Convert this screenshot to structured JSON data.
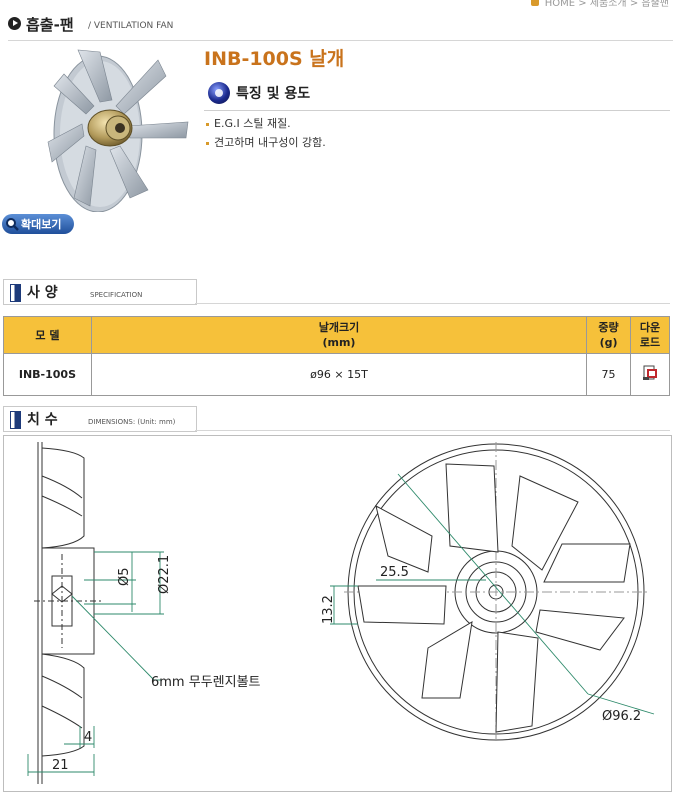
{
  "breadcrumb": {
    "items": [
      "HOME",
      "제품소개",
      "흡출팬"
    ]
  },
  "header": {
    "title": "흡출-팬",
    "subtitle": "/ VENTILATION FAN"
  },
  "zoom_button": {
    "label": "확대보기"
  },
  "product": {
    "name": "INB-100S 날개",
    "features_title": "특징 및 용도",
    "features": [
      "E.G.I 스틸 재질.",
      "견고하며 내구성이 강함."
    ]
  },
  "spec_section": {
    "title": "사 양",
    "subtitle": "SPECIFICATION"
  },
  "spec_table": {
    "headers": {
      "model": "모 델",
      "size": "날개크기",
      "size_unit": "(mm)",
      "weight": "중량",
      "weight_unit": "(g)",
      "download": "다운",
      "download2": "로드"
    },
    "rows": [
      {
        "model": "INB-100S",
        "size": "ø96 × 15T",
        "weight": "75"
      }
    ]
  },
  "dim_section": {
    "title": "치 수",
    "subtitle": "DIMENSIONS: (Unit: mm)"
  },
  "drawing": {
    "labels": {
      "d5": "Ø5",
      "d22": "Ø22.1",
      "bolt": "6mm 무두렌지볼트",
      "w4": "4",
      "w21": "21",
      "r255": "25.5",
      "h132": "13.2",
      "d962": "Ø96.2"
    }
  }
}
